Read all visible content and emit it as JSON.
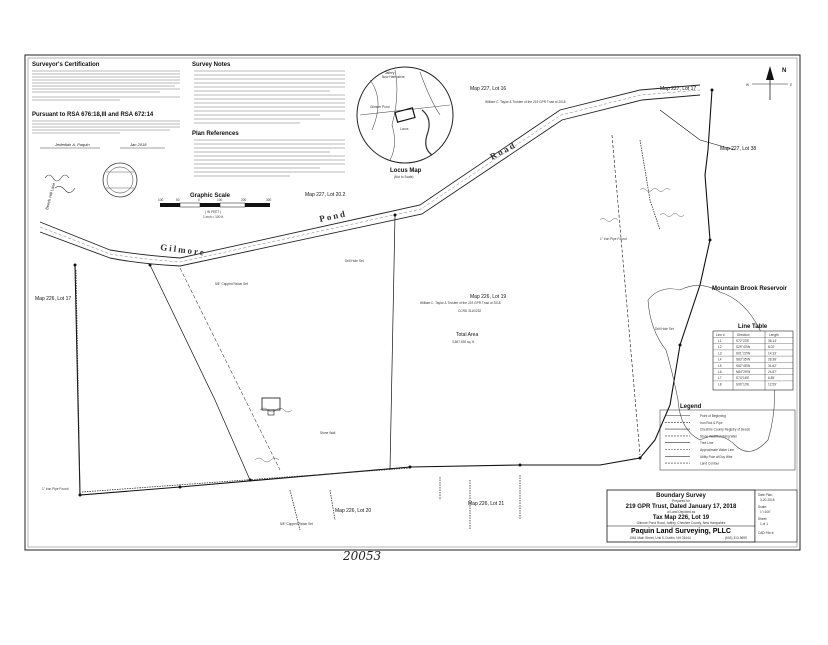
{
  "certification": {
    "title": "Surveyor's Certification",
    "body": "The survey on this plan was performed from a total station and data collector traverse that meets or exceeds the allowable relative positional accuracy for urban areas as defined in Table 1 Accuracy Measurements - Local Accuracy of Control Supporting the Survey - by the State of New Hampshire, and is based on information recorded at the Cheshire County Registry of Deeds, Jaffrey Town Hall, and physical evidence found.",
    "line2": "This is a boundary survey and is substantially correct to the best of my knowledge and belief.",
    "rsa_title": "Pursuant to RSA 676:18,III and RSA 672:14",
    "rsa_body": "I certify that this survey plat is not a subdivision pursuant to this title and that the lines of streets and ways shown are those of public or private streets or ways already established and that no new ways are shown.",
    "signature": "Jedediah A. Paquin",
    "date": "Jan 2018"
  },
  "notes": {
    "title": "Survey Notes",
    "items": [
      "1. The purpose of this plan is to show the boundaries of Tax Map 226, Lot 19, Jaffrey, NH.",
      "2. Gilmore Pond Road is a Class V public way. The right-of-way width appears to be three rods.",
      "3. Lot area by deed is 81 acres; total area shown hereon.",
      "4. Wetlands shown hereon were delineated by others.",
      "5. A portion of the locus parcel near Mountain Brook Reservoir is subject to flowage rights.",
      "6. The locus parcel is subject to a right-of-way benefiting the owners of Tax Map 227, Lot 38 per deed book 640, page 225."
    ]
  },
  "plan_references": {
    "title": "Plan References",
    "items": [
      "1. \"Tracing from Town of Jaffrey Tax Map\" showing a proposed subdivision, 81 acres of the Locus Parcel.",
      "2. \"Land of Ralph E. Scripture, Wilfred J. Sawyer, Jason C. Dahood\" by Roger R. Smith, dated September 28, 1966.",
      "3. \"Subdivision of Land Located on Gilmore Pond Road and Jaquith Road, Jaffrey NH\" dated November 21, 2005."
    ]
  },
  "locus_map": {
    "caption": "Locus Map",
    "scale": "(Not to Scale)",
    "town": "Jaffrey",
    "state": "New Hampshire",
    "pond_label": "Gilmore Pond",
    "locus_label": "Locus"
  },
  "graphic_scale": {
    "title": "Graphic Scale",
    "ticks": [
      "100",
      "50",
      "0",
      "100",
      "200",
      "300"
    ],
    "unit": "( IN FEET )",
    "ratio": "1 inch = 100 ft."
  },
  "north": {
    "letters": [
      "N",
      "E",
      "W",
      "S"
    ]
  },
  "roads": {
    "gilmore": "Gilmore",
    "pond": "Pond",
    "road": "Road",
    "beech_hill": "Beech Hill Lane"
  },
  "parcel_labels": {
    "tm227_16": "Map 227, Lot 16",
    "tm227_17": "Map 227, Lot 17",
    "tm227_20_2": "Map 227, Lot 20.2",
    "tm227_38": "Map 227, Lot 38",
    "tm226_17": "Map 226, Lot 17",
    "tm226_19": "Map 226, Lot 19",
    "tm226_20": "Map 226, Lot 20",
    "tm226_21": "Map 226, Lot 21",
    "total_area": "Total Area",
    "total_area_value": "3,567,530 sq. ft.",
    "reservoir": "Mountain Brook Reservoir"
  },
  "line_table": {
    "title": "Line Table",
    "headers": [
      "Line #",
      "Direction",
      "Length"
    ],
    "rows": [
      [
        "L1",
        "S72°23'E",
        "36.14'"
      ],
      [
        "L2",
        "S29°43'W",
        "8.02'"
      ],
      [
        "L3",
        "S01°22'W",
        "14.33'"
      ],
      [
        "L4",
        "S83°35'W",
        "28.38'"
      ],
      [
        "L5",
        "S82°45'W",
        "31.62'"
      ],
      [
        "L6",
        "N84°29'W",
        "24.87'"
      ],
      [
        "L7",
        "S74°16'E",
        "6.85'"
      ],
      [
        "L8",
        "S06°10'E",
        "12.59'"
      ]
    ]
  },
  "legend": {
    "title": "Legend",
    "items": [
      "Point of Beginning",
      "Iron Rod & Pipe",
      "Cheshire County Registry of Deeds",
      "Stone Wall/Retaining Wall",
      "Tree Line",
      "Approximate Water Line",
      "Utility Pole w/Guy Wire",
      "Land Contour"
    ]
  },
  "title_block": {
    "line1": "Boundary Survey",
    "line2": "Prepared for",
    "line3": "219 GPR Trust, Dated January 17, 2018",
    "line4": "of Land Depicted as",
    "line5": "Tax Map 226, Lot 19",
    "line6": "Gilmore Pond Road, Jaffrey, Cheshire County, New Hampshire",
    "company": "Paquin Land Surveying, PLLC",
    "address": "1561 Main Street, Unit 5, Dublin, NH 03444",
    "contact": "(603) 313-9699",
    "date_label": "Date Plan:",
    "date_value": "3-20-2018",
    "scale_label": "Scale:",
    "scale_value": "1\"=100'",
    "sheet_label": "Sheet:",
    "sheet_value": "1 of 1",
    "cad_label": "CAD File #:"
  },
  "annotations": {
    "rebar_found": "5/8\" Capped Rebar Set",
    "drill_hole": "Drill Hole Set",
    "iron_pipe": "1\" Iron Pipe Found",
    "stone_wall": "Stone Wall",
    "trust_owner": "William C. Taylor & Trustee of the 219 GPR Trust of 2018",
    "deed_ref": "CCRD 3110/232"
  },
  "handwritten_number": "20053"
}
